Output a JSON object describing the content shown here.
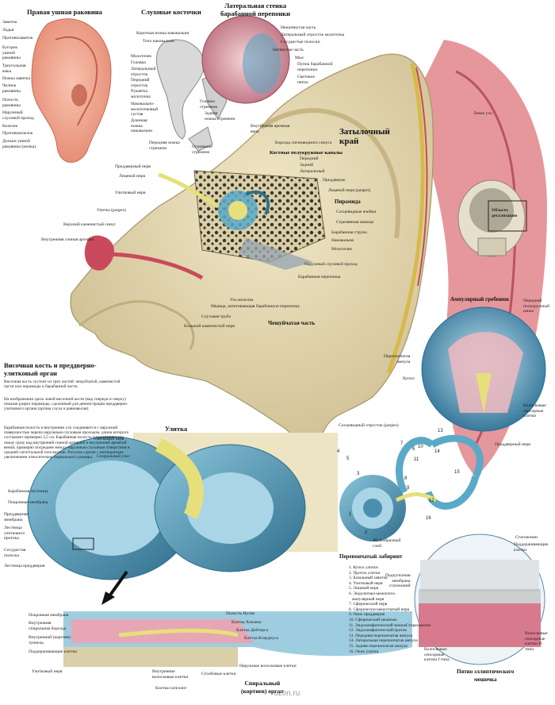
{
  "titles": {
    "outer_ear": "Правая ушная раковина",
    "ossicles": "Слуховые косточки",
    "tympanic_wall": "Латеральная стенка\nбарабанной перепонки",
    "occipital_edge": "Затылочный\nкрай",
    "bony_canals": "Костные полукружные каналы",
    "pyramid": "Пирамида",
    "squamous": "Чешуйчатая часть",
    "temporal_bone": "Височная кость и преддверно-\nулитковый орган",
    "cochlea": "Улитка",
    "ampullary_crest": "Ампулярный гребешок",
    "membranous_labyrinth": "Перепончатый лабиринт",
    "macula": "Пятно эллиптического\nмешочка",
    "spiral_organ": "Спиральный\n(кортиев) орган",
    "area_box": "Область\nдетализации"
  },
  "outer_ear_labels": [
    "Завиток",
    "Ладья",
    "Противозавиток",
    "Бугорок\nушной\nраковины",
    "Треугольная\nямка",
    "Ножка завитка",
    "Челнок\nраковины",
    "Полость\nраковины",
    "Наружный\nслуховой проход",
    "Козелок",
    "Противокозелок",
    "Дольки ушной\nраковины (мочка)"
  ],
  "ossicle_labels": [
    "Короткая ножка наковальни",
    "Тело наковальни",
    "Молоточек",
    "Головка",
    "Латеральный\nотросток",
    "Передний\nотросток",
    "Рукоятка\nмолоточка",
    "Наковально-\nмолоточковый\nсустав",
    "Длинная\nножка\nнаковальни",
    "Передняя ножка\nстремени",
    "Головка\nстремени",
    "Задняя\nножка стремени",
    "Основание\nстремени"
  ],
  "tympanic_labels": [
    "Ненатянутая часть",
    "Латеральный отросток молоточка",
    "Сосудистые полоски",
    "Натянутая часть",
    "Мыс",
    "Пупок барабанной\nперепонки",
    "Световое\nпятно"
  ],
  "bone_labels_left": [
    "Преддверный нерв",
    "Лицевой нерв",
    "Улитковый нерв",
    "Улитка (разрез)",
    "Верхний каменистый синус",
    "Внутренняя сонная артерия"
  ],
  "bone_labels_center": [
    "Внутренняя яремная\nвена",
    "Борозда сигмовидного синуса",
    "Передний",
    "Задний",
    "Латеральный",
    "Преддверие",
    "Лицевой нерв (разрез)",
    "Сосцевидные ячейки",
    "Стремянная мышца",
    "Барабанная струна",
    "Наковальня",
    "Молоточек",
    "Наружный слуховой проход",
    "Барабанная перепонка",
    "Ухо молотка",
    "Мышца, натягивающая барабанную перепонку",
    "Слуховая труба",
    "Большой каменистый нерв"
  ],
  "right_labels": [
    "Левое ухо",
    "Сосцевидный отросток (разрез)"
  ],
  "temporal_text": [
    "Височная кость состоит из трех частей: чешуйчатой, каменистой части или пирамиды и барабанной части.",
    "На изображении здесь левой височной кости (вид спереди и сверху) показан разрез пирамиды, сделанный для демонстрации преддверно-улиткового органа (органа слуха и равновесия).",
    "Барабанная полость и внутреннее ухо соединяются с наружной поверхностью черепа наружным слуховым проходом, длина которого составляет примерно 2,5 см. Барабанная полость и внутреннее ухо лежат сразу над внутренней сонной артерией и внутренней яремной веной, примерно посредине между наружным слуховым отверстием и средней сагиттальной плоскостью. Рисунок сделан с пятикратным увеличением относительно нормального размера."
  ],
  "cochlea_labels": [
    "Улитковый нерв",
    "Спиральный узел",
    "Барабанная лестница",
    "Покровная мембрана",
    "Преддверная\nмембрана",
    "Лестница\nулиткового\nпротока",
    "Сосудистая\nполоска",
    "Лестница преддверия"
  ],
  "ampullary_labels": [
    "Передний\nполукружный\nканал",
    "Перепончатая\nампула",
    "Купол",
    "Волосковые\nсенсорные\nклетки",
    "Преддверный нерв"
  ],
  "labyrinth_list": [
    "1. Купол улитки",
    "2. Проток улитки",
    "3. Базальный завиток",
    "4. Улитковый нерв",
    "5. Лицевой нерв",
    "6. Эндолитико-межпочто-\n   ампулярный нерв",
    "7. Сферический нерв",
    "8. Сферически-мешотчатый нерв",
    "9. Окно преддверия",
    "10. Сферический мешочек",
    "11. Эндолимфатический мешок",
    "12. Эндолимфатический проток",
    "13. Передняя перепончатая ампула",
    "14. Латеральная перепончатая ампула",
    "15. Задняя перепончатая ампула",
    "16. Окно улитки"
  ],
  "labyrinth_side": [
    "Желеобразный\nслой"
  ],
  "macula_labels": [
    "Статоконии",
    "Поддерживающие\nклетки",
    "Подкуполная\nмембрана\nстатоконий",
    "Стереоцилии",
    "Волосковые\nсенсорные\nклетки I типа",
    "Волосковые\nсенсорные\nклетки II\nтипа"
  ],
  "spiral_labels": [
    "Покровная мембрана",
    "Внутренняя\nспиральная борозда",
    "Внутренний (кортиев)\nтуннель",
    "Поддерживающие клетки",
    "Улитковый нерв",
    "Внутренние\nволосковые клетки",
    "Клетка-сателлит",
    "Столбовые клетки",
    "Наружные волосковые клетки",
    "Полость Нуэля",
    "Клетка Хензена",
    "Клетка Дейтерса",
    "Клетка Клаудиуса"
  ],
  "numbers": [
    "1",
    "2",
    "3",
    "4",
    "5",
    "6",
    "7",
    "8",
    "9",
    "10",
    "11",
    "12",
    "13",
    "14",
    "15",
    "16"
  ],
  "watermark": "ozon.ru",
  "colors": {
    "bone": "#e6dcb8",
    "bone_shadow": "#b8a879",
    "cochlea": "#5aa9c7",
    "cochlea_dark": "#2f6f8c",
    "nerve": "#e7e07a",
    "skin": "#f2a48e",
    "artery": "#c94a5d",
    "pink": "#e9b8c0"
  }
}
